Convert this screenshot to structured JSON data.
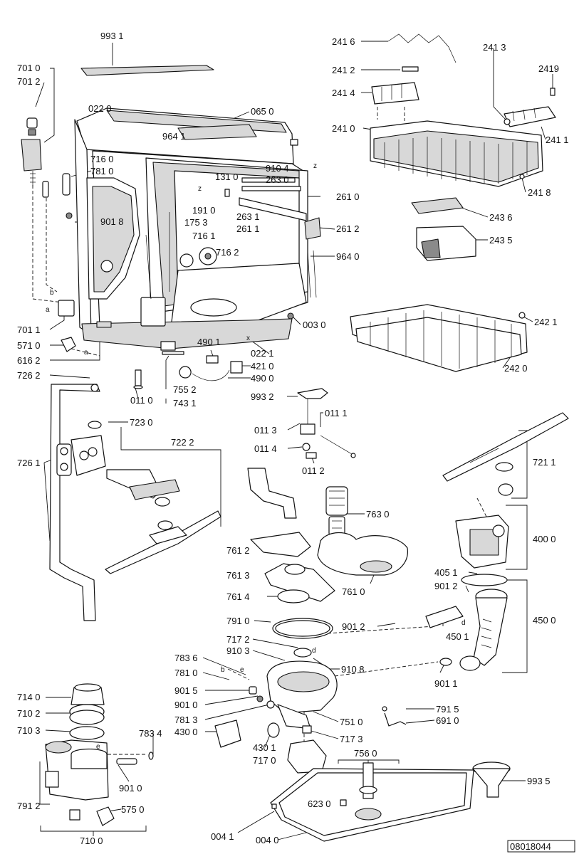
{
  "reference_code": "08018044",
  "labels": {
    "l9931": "993 1",
    "l7010": "701 0",
    "l7012": "701 2",
    "l0220": "022 0",
    "l0650": "065 0",
    "l9641": "964 1",
    "l7160": "716 0",
    "l7810a": "781 0",
    "l9104": "910 4",
    "l1310": "131 0",
    "l2630": "263 0",
    "l2610": "261 0",
    "l1910": "191 0",
    "l1753": "175 3",
    "l9018": "901 8",
    "l2631": "263 1",
    "l2611": "261 1",
    "l2612": "261 2",
    "l7161": "716 1",
    "l7162": "716 2",
    "l9640": "964 0",
    "l7011": "701 1",
    "l5710": "571 0",
    "l6162": "616 2",
    "l0030": "003 0",
    "l4901": "490 1",
    "l0221": "022 1",
    "l4210": "421 0",
    "l4900": "490 0",
    "l7262": "726 2",
    "l0110": "011 0",
    "l7552": "755 2",
    "l7431": "743 1",
    "l9932": "993 2",
    "l2416": "241 6",
    "l2413": "241 3",
    "l2412": "241 2",
    "l2419": "2419",
    "l2414": "241 4",
    "l2410": "241 0",
    "l2411": "241 1",
    "l2418": "241 8",
    "l2436": "243 6",
    "l2435": "243 5",
    "l2421": "242 1",
    "l2420": "242 0",
    "l7230": "723 0",
    "l0111": "011 1",
    "l0113": "011 3",
    "l0114": "011 4",
    "l0112": "011 2",
    "l7222": "722 2",
    "l7211": "721 1",
    "l7261": "726 1",
    "l7630": "763 0",
    "l4000": "400 0",
    "l7612": "761 2",
    "l4051": "405 1",
    "l7613": "761 3",
    "l9012a": "901 2",
    "l7614": "761 4",
    "l7610": "761 0",
    "l4500": "450 0",
    "l7910": "791 0",
    "l9012b": "901 2",
    "l4501": "450 1",
    "l7172": "717 2",
    "l7836": "783 6",
    "l9103": "910 3",
    "l9108": "910 8",
    "l7810b": "781 0",
    "l9011": "901 1",
    "l7140": "714 0",
    "l9015": "901 5",
    "l9010": "901 0",
    "l7915": "791 5",
    "l7102": "710 2",
    "l7813": "781 3",
    "l7510": "751 0",
    "l6910": "691 0",
    "l7103": "710 3",
    "l7834": "783 4",
    "l4300": "430 0",
    "l7173": "717 3",
    "l4301": "430 1",
    "l7560": "756 0",
    "l7170": "717 0",
    "l9935": "993 5",
    "l9010b": "901 0",
    "l6230": "623 0",
    "l7912": "791 2",
    "l5750": "575 0",
    "l0041": "004 1",
    "l0040": "004 0",
    "l7100": "710 0",
    "ma": "a",
    "mb": "b",
    "mz1": "z",
    "mz2": "z",
    "mx": "x",
    "ma2": "a",
    "mb2": "b",
    "md1": "d",
    "md2": "d",
    "me1": "e",
    "me2": "e"
  }
}
